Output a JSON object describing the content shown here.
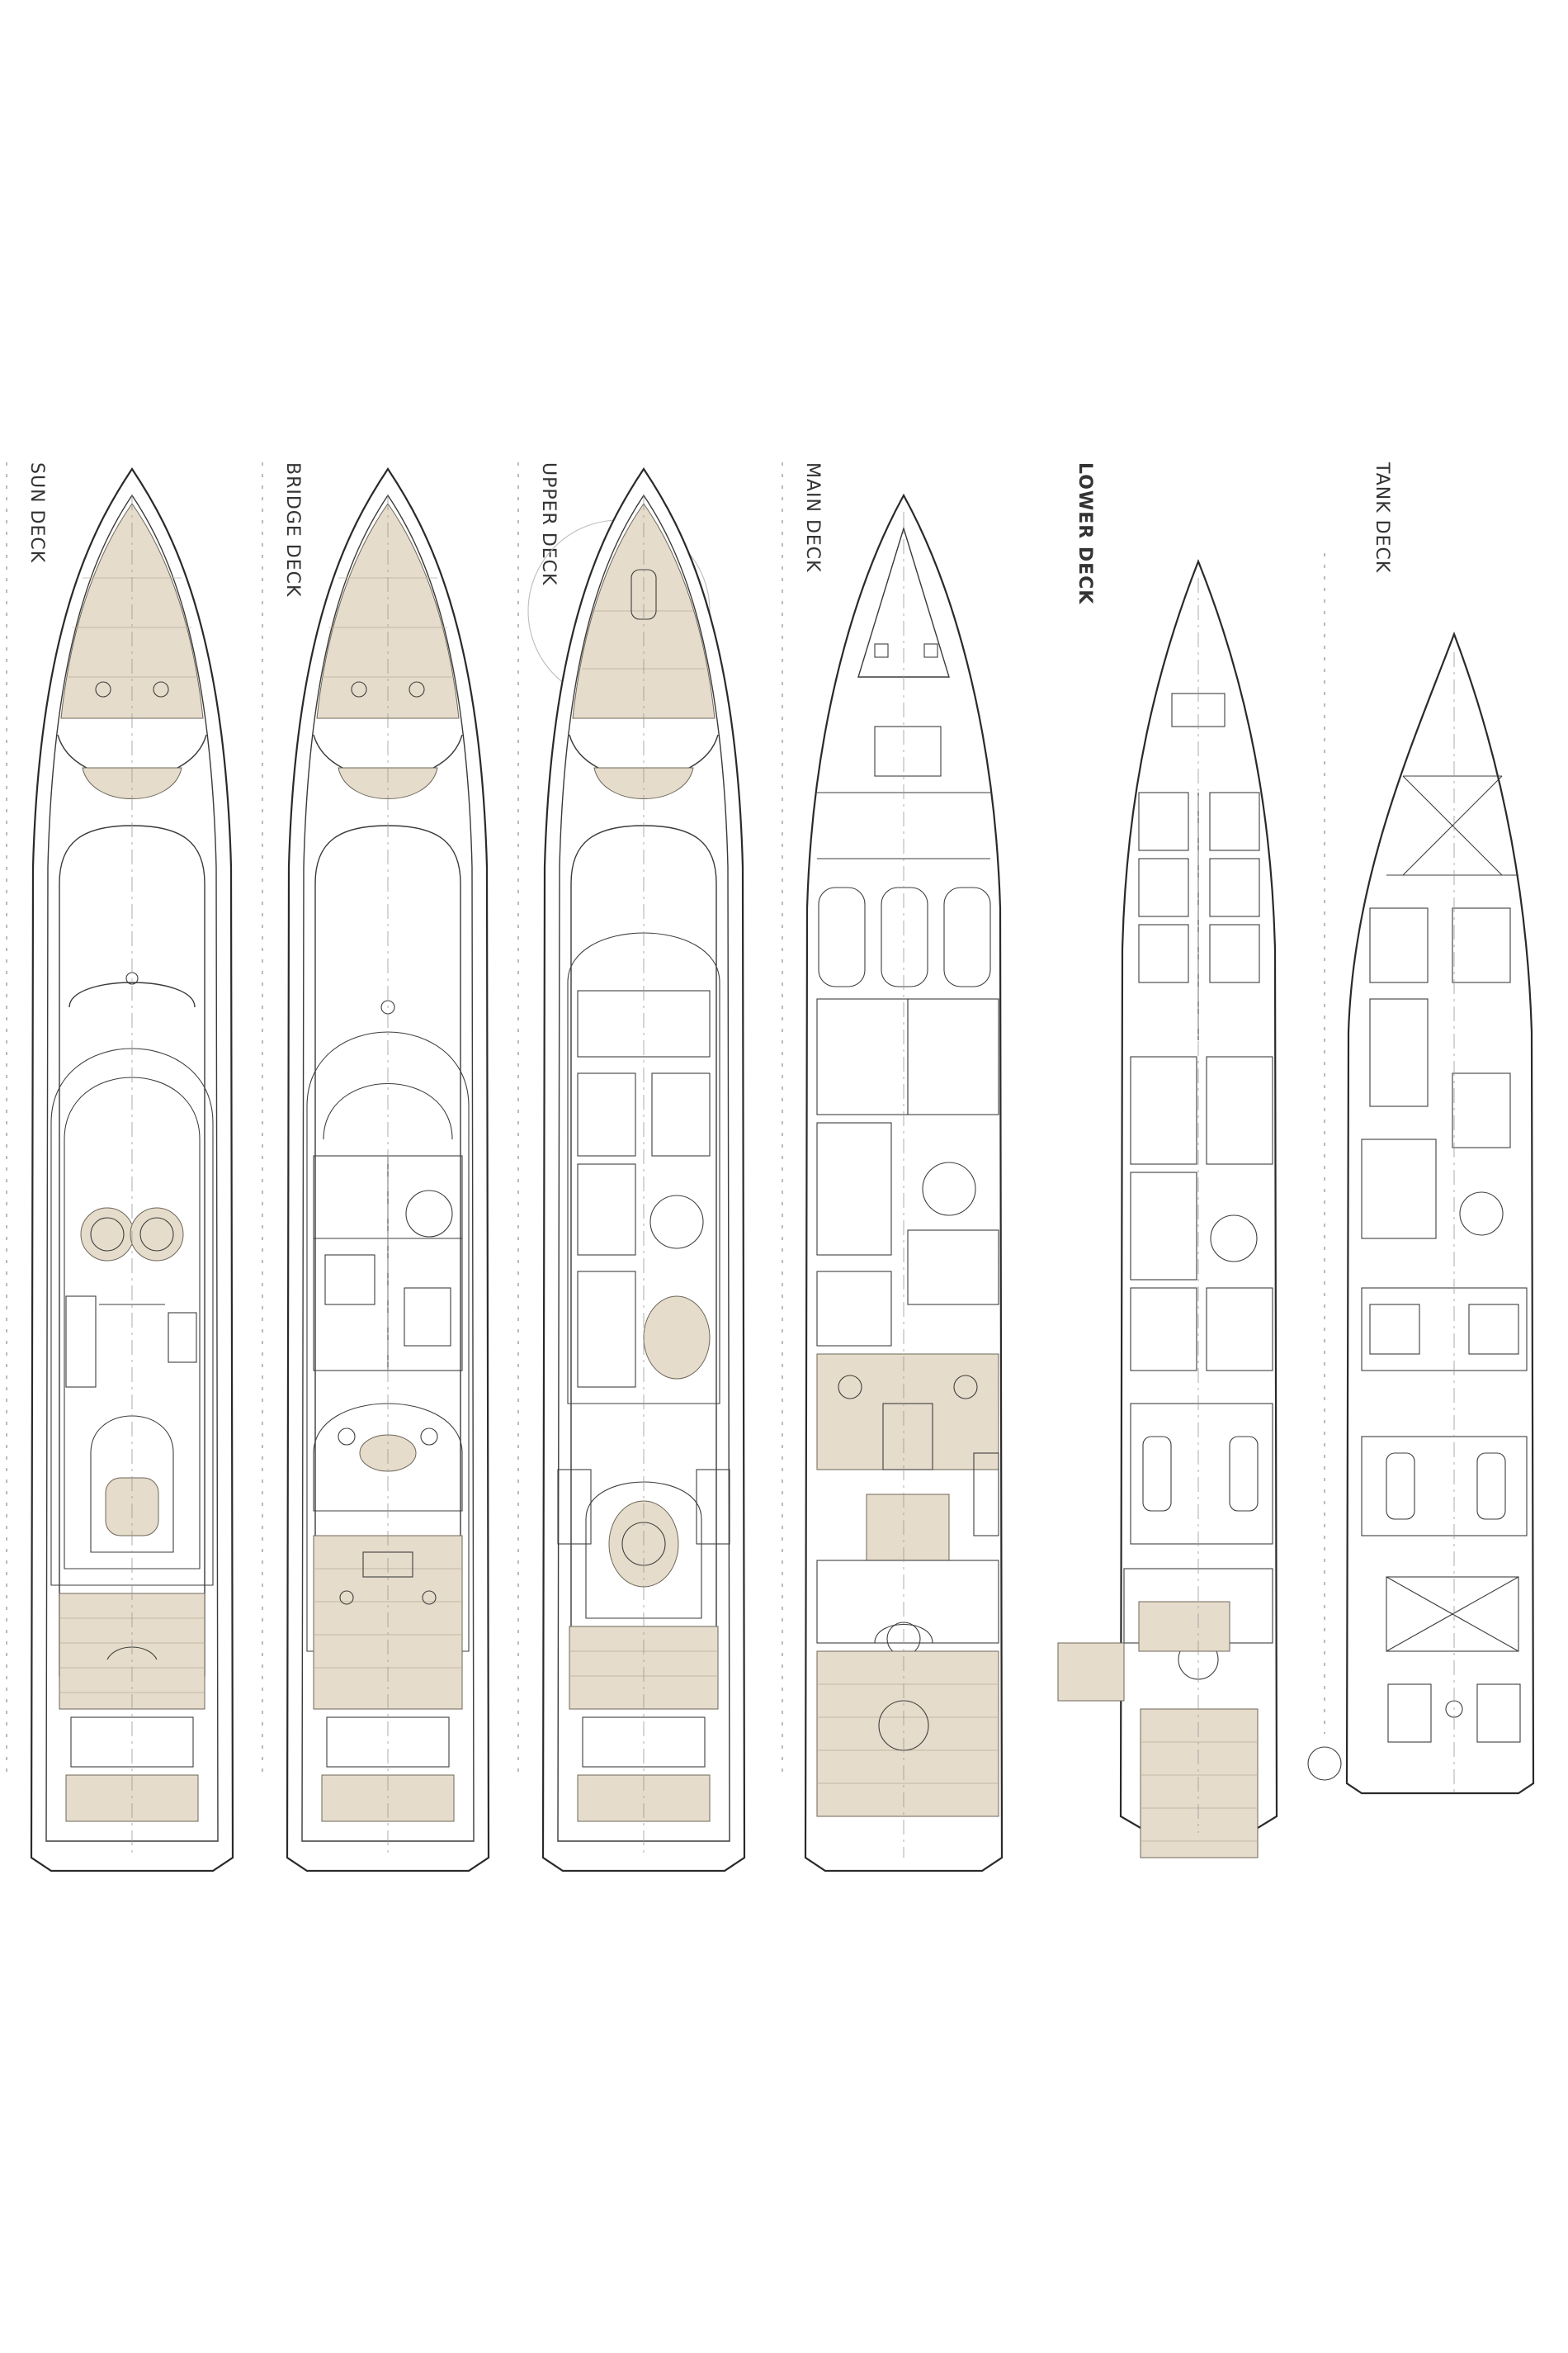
{
  "decks": [
    {
      "id": "sun",
      "label": "SUN DECK"
    },
    {
      "id": "bridge",
      "label": "BRIDGE DECK"
    },
    {
      "id": "upper",
      "label": "UPPER DECK"
    },
    {
      "id": "main",
      "label": "MAIN DECK"
    },
    {
      "id": "lower",
      "label": "LOWER DECK"
    },
    {
      "id": "tank",
      "label": "TANK DECK"
    }
  ],
  "colors": {
    "background": "#ffffff",
    "line": "#2a2a2a",
    "teak_deck": "#e6dccb"
  }
}
